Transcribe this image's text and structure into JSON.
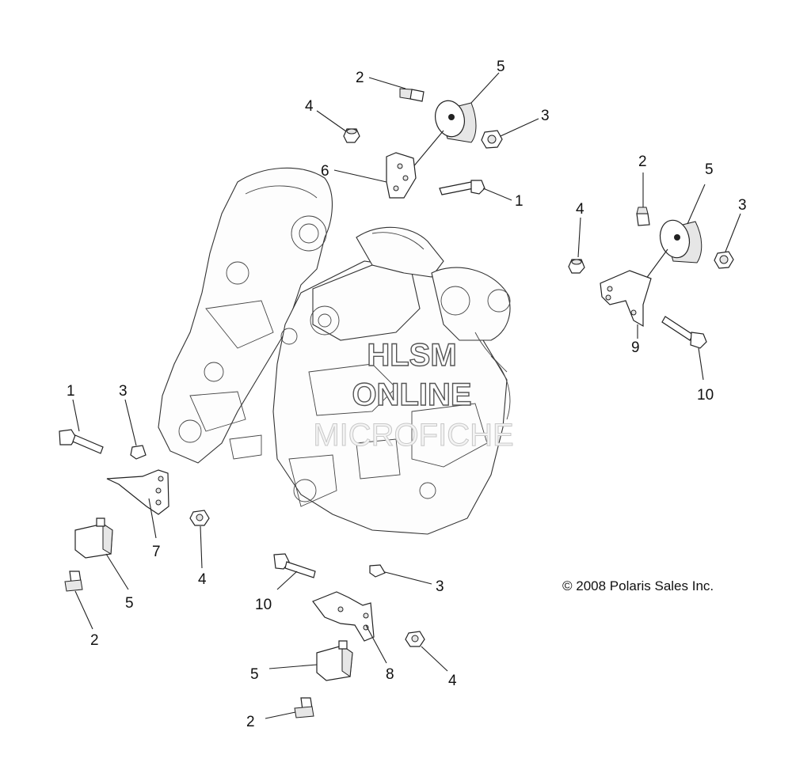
{
  "callouts": {
    "top_bolt": "2",
    "top_mount": "5",
    "top_nut_left": "4",
    "top_nut_right": "3",
    "top_bracket": "6",
    "top_long_bolt": "1",
    "right_bolt": "2",
    "right_mount": "5",
    "right_nut_left": "4",
    "right_nut_right": "3",
    "right_bracket": "9",
    "right_long_bolt": "10",
    "left_long_bolt": "1",
    "left_nut_top": "3",
    "left_bracket": "7",
    "left_mount": "5",
    "left_bolt": "2",
    "left_nut_bottom": "4",
    "bottom_long_bolt": "10",
    "bottom_nut_top": "3",
    "bottom_bracket": "8",
    "bottom_mount": "5",
    "bottom_nut": "4",
    "bottom_bolt": "2"
  },
  "watermark": {
    "line1": "HLSM",
    "line2": "ONLINE",
    "line3": "MICROFICHE"
  },
  "copyright": "© 2008 Polaris Sales Inc."
}
